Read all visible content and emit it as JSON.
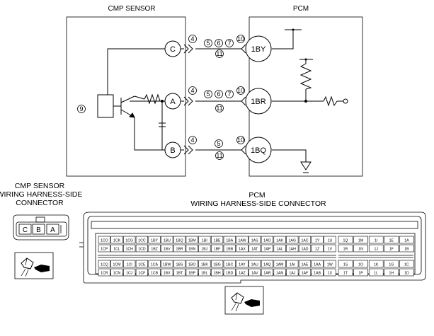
{
  "cmp_sensor": {
    "title": "CMP SENSOR",
    "pins": [
      "C",
      "A",
      "B"
    ],
    "note": "9",
    "connector_title": [
      "CMP SENSOR",
      "WIRING HARNESS-SIDE",
      "CONNECTOR"
    ],
    "connector_pins": [
      "C",
      "B",
      "A"
    ]
  },
  "pcm": {
    "title": "PCM",
    "terminals": [
      "1BY",
      "1BR",
      "1BQ"
    ],
    "connector_title": [
      "PCM",
      "WIRING HARNESS-SIDE CONNECTOR"
    ]
  },
  "wire_notes": {
    "c": {
      "a": "4",
      "b": [
        "5",
        "6",
        "7"
      ],
      "c": "10",
      "d": "11"
    },
    "a": {
      "a": "4",
      "b": [
        "5",
        "6",
        "7"
      ],
      "c": "10",
      "d": "11"
    },
    "b": {
      "a": "4",
      "b": [
        "5"
      ],
      "c": "10",
      "d": "11"
    }
  },
  "pcm_connector": {
    "top_left": [
      [
        "1CO",
        "1CK",
        "1CG",
        "1CC",
        "1BY",
        "1BU",
        "1BQ",
        "1BM",
        "1BI",
        "1BE",
        "1BA",
        "1AW",
        "1AS",
        "1AO",
        "1AK",
        "1AG",
        "1AC",
        "1Y",
        "1U"
      ],
      [
        "1CP",
        "1CL",
        "1CH",
        "1CD",
        "1BZ",
        "1BV",
        "1BR",
        "1BN",
        "1BJ",
        "1BF",
        "1BB",
        "1AX",
        "1AT",
        "1AP",
        "1AL",
        "1AH",
        "1AD",
        "1Z",
        "1V"
      ]
    ],
    "top_right": [
      [
        "1Q",
        "1M",
        "1I",
        "1E",
        "1A"
      ],
      [
        "1R",
        "1N",
        "1J",
        "1F",
        "1B"
      ]
    ],
    "bottom_left": [
      [
        "1CQ",
        "1CM",
        "1CI",
        "1CE",
        "1CA",
        "1BW",
        "1BS",
        "1BO",
        "1BK",
        "1BG",
        "1BC",
        "1AY",
        "1AU",
        "1AQ",
        "1AM",
        "1AI",
        "1AE",
        "1AA",
        "1W"
      ],
      [
        "1CR",
        "1CN",
        "1CJ",
        "1CF",
        "1CB",
        "1BX",
        "1BT",
        "1BP",
        "1BL",
        "1BH",
        "1BD",
        "1AZ",
        "1AV",
        "1AR",
        "1AN",
        "1AJ",
        "1AF",
        "1AB",
        "1X"
      ]
    ],
    "bottom_right": [
      [
        "1S",
        "1O",
        "1K",
        "1G",
        "1C"
      ],
      [
        "1T",
        "1P",
        "1L",
        "1H",
        "1D"
      ]
    ]
  }
}
